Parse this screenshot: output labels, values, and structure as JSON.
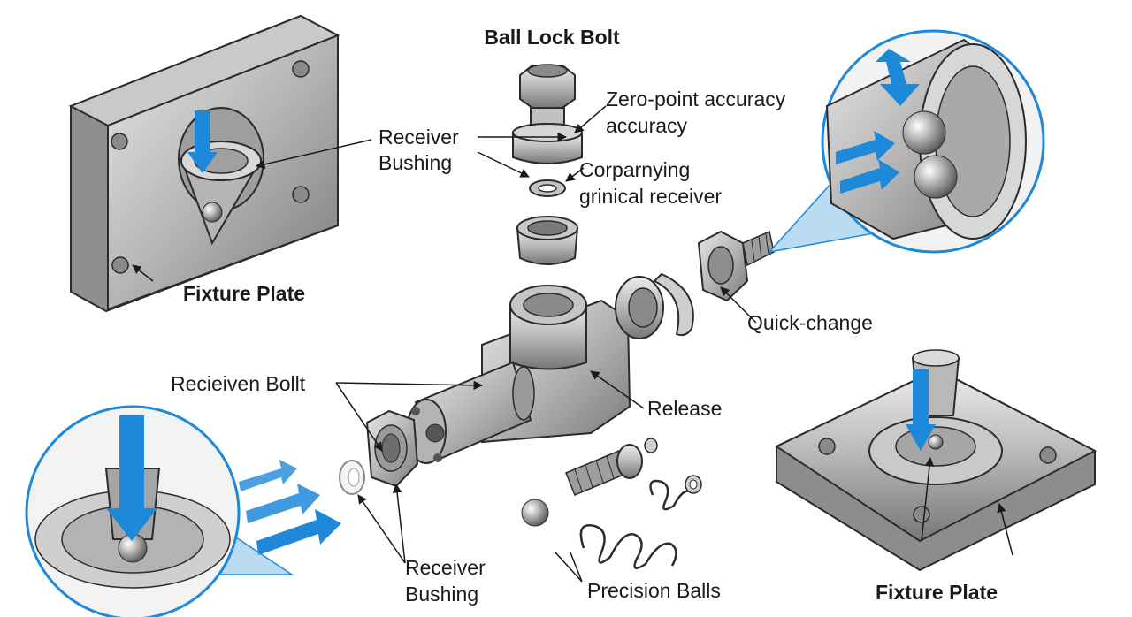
{
  "title": "Ball Lock Bolt",
  "labels": {
    "fixture_plate_top": "Fixture Plate",
    "receiver_bushing_top": "Receiver Bushing",
    "zero_point": "Zero-point accuracy accuracy",
    "corparnying": "Corparnying grinical receiver",
    "quick_change": "Quick-change",
    "recieiven_bollt": "Recieiven Bollt",
    "release": "Release",
    "receiver_bushing_bottom": "Receiver Bushing",
    "precision_balls": "Precision Balls",
    "fixture_plate_bottom": "Fixture Plate"
  },
  "colors": {
    "metal_light": "#d9d9d9",
    "metal_mid": "#a8a8a8",
    "metal_dark": "#6e6e6e",
    "outline": "#2b2b2b",
    "arrow_blue": "#1e88d9",
    "callout_blue": "#b9dcf3"
  }
}
